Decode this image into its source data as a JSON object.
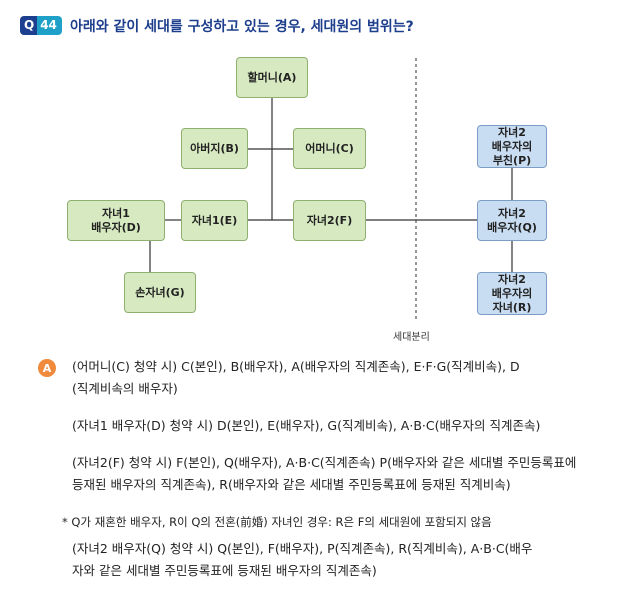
{
  "question": {
    "label": "Q",
    "number": "44",
    "title": "아래와 같이 세대를 구성하고 있는 경우, 세대원의 범위는?"
  },
  "diagram": {
    "nodes": {
      "grandmother": [
        "할머니(A)"
      ],
      "father": [
        "아버지(B)"
      ],
      "mother": [
        "어머니(C)"
      ],
      "child1_spouse": [
        "자녀1",
        "배우자(D)"
      ],
      "child1": [
        "자녀1(E)"
      ],
      "child2": [
        "자녀2(F)"
      ],
      "grandchild": [
        "손자녀(G)"
      ],
      "c2s_father": [
        "자녀2",
        "배우자의",
        "부친(P)"
      ],
      "c2s": [
        "자녀2",
        "배우자(Q)"
      ],
      "c2s_child": [
        "자녀2",
        "배우자의",
        "자녀(R)"
      ]
    },
    "separator_label": "세대분리"
  },
  "answer": {
    "icon": "A",
    "p1": [
      "(어머니(C) 청약 시) C(본인), B(배우자), A(배우자의 직계존속), E·F·G(직계비속), D",
      "(직계비속의 배우자)"
    ],
    "p2": [
      "(자녀1 배우자(D) 청약 시) D(본인), E(배우자), G(직계비속), A·B·C(배우자의 직계존속)"
    ],
    "p3": [
      "(자녀2(F) 청약 시) F(본인), Q(배우자), A·B·C(직계존속) P(배우자와 같은 세대별 주민등록표에",
      "등재된 배우자의 직계존속), R(배우자와 같은 세대별 주민등록표에 등재된 직계비속)"
    ],
    "note": "* Q가 재혼한 배우자, R이 Q의 전혼(前婚) 자녀인 경우: R은 F의 세대원에 포함되지 않음",
    "p4": [
      "(자녀2 배우자(Q) 청약 시) Q(본인), F(배우자), P(직계존속), R(직계비속), A·B·C(배우",
      "자와 같은 세대별 주민등록표에 등재된 배우자의 직계존속)"
    ]
  }
}
